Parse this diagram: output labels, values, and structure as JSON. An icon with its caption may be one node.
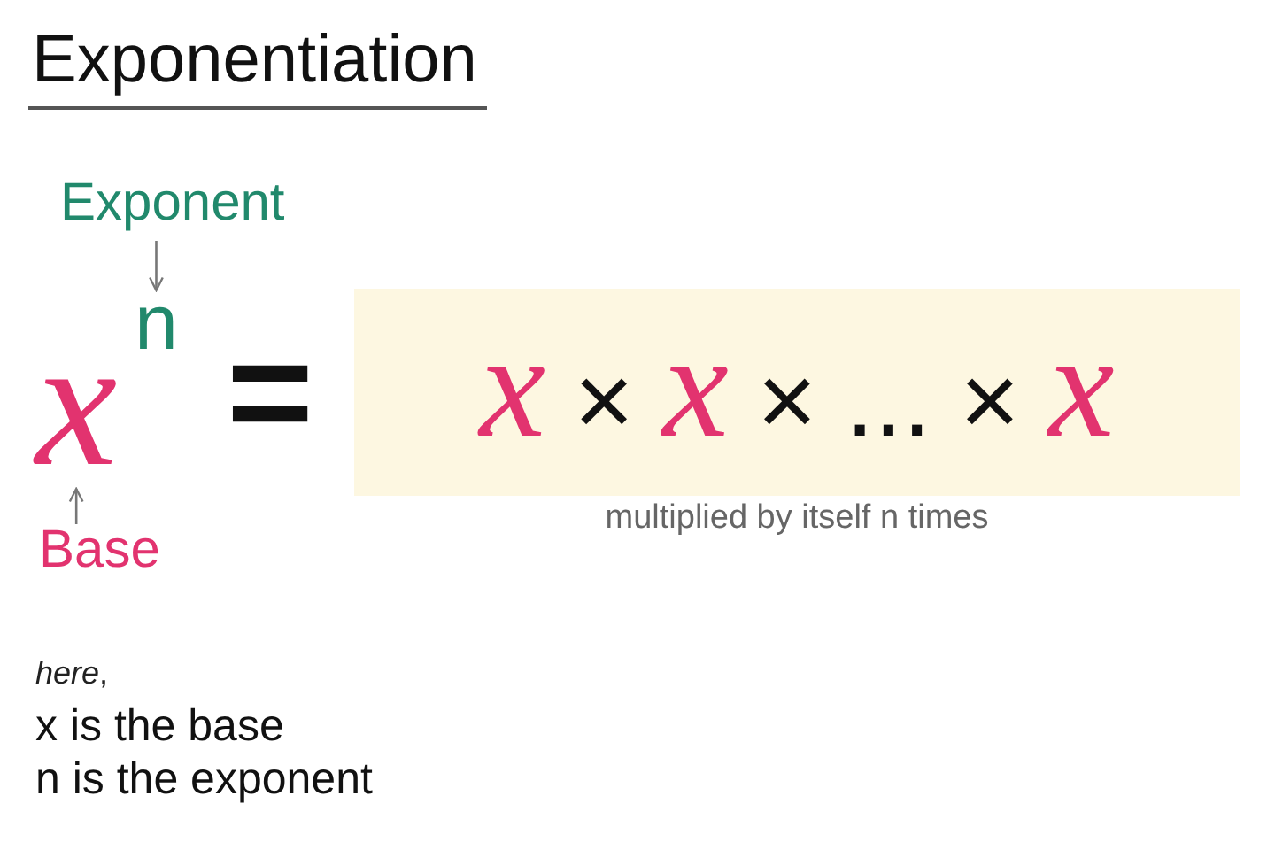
{
  "diagram": {
    "title": "Exponentiation",
    "nodes": [
      {
        "text": [
          "Exponent"
        ]
      },
      {
        "text": [
          "x"
        ]
      },
      {
        "text": [
          "n"
        ]
      },
      {
        "text": [
          "Base"
        ]
      },
      {
        "text": [
          "*x* × *x* × ... × *x*"
        ],
        "beside": [
          "multiplied by itself n times"
        ]
      }
    ],
    "edges": [
      {
        "from": 0,
        "to": 2,
        "arrow": "to"
      },
      {
        "from": 3,
        "to": 1,
        "arrow": "to"
      }
    ],
    "labels": [
      "=",
      "*here*,",
      "x is the base",
      "n is the exponent"
    ]
  }
}
